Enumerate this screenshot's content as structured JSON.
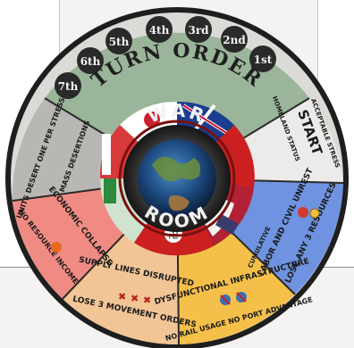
{
  "title_top": "WAR",
  "title_bottom": "ROOM",
  "turn_order": {
    "label": "TURN ORDER",
    "slots": [
      "1st",
      "2nd",
      "3rd",
      "4th",
      "5th",
      "6th",
      "7th"
    ]
  },
  "segments": {
    "start": {
      "title": "START",
      "status": "HOMELAND STATUS",
      "effect": "ACCEPTABLE STRESS"
    },
    "labor": {
      "title": "LABOR AND CIVIL UNREST",
      "effect": "LOSE ANY 3 RESOURCES"
    },
    "infrastructure": {
      "title": "DYSFUNCTIONAL INFRASTRUCTURE",
      "effect": "NO RAIL USAGE NO PORT ADVANTAGE"
    },
    "supply": {
      "title": "SUPPLY LINES DISRUPTED",
      "effect": "LOSE 3 MOVEMENT ORDERS"
    },
    "economic": {
      "title": "ECONOMIC COLLAPSE",
      "effect": "NO RESOURCE INCOME"
    },
    "desertions": {
      "title": "MASS DESERTIONS",
      "effect": "UNITS DESERT ONE PER STRESS"
    }
  },
  "cumulative_label": "CUMULATIVE",
  "colors": {
    "turn_order": "#9ab59a",
    "start": "#ecebe9",
    "labor": "#6f93e0",
    "infrastructure": "#f5c04a",
    "supply": "#f2c596",
    "economic": "#f08b83",
    "desertions": "#b9b7b4",
    "rim": "#2b2b2b",
    "arrow": "#7a1010"
  },
  "icons": [
    "power-fist-icon",
    "dollar-coin-icon",
    "rail-disabled-icon",
    "anchor-disabled-icon",
    "skull-icon",
    "fire-icon",
    "soviet-flag-icon"
  ]
}
